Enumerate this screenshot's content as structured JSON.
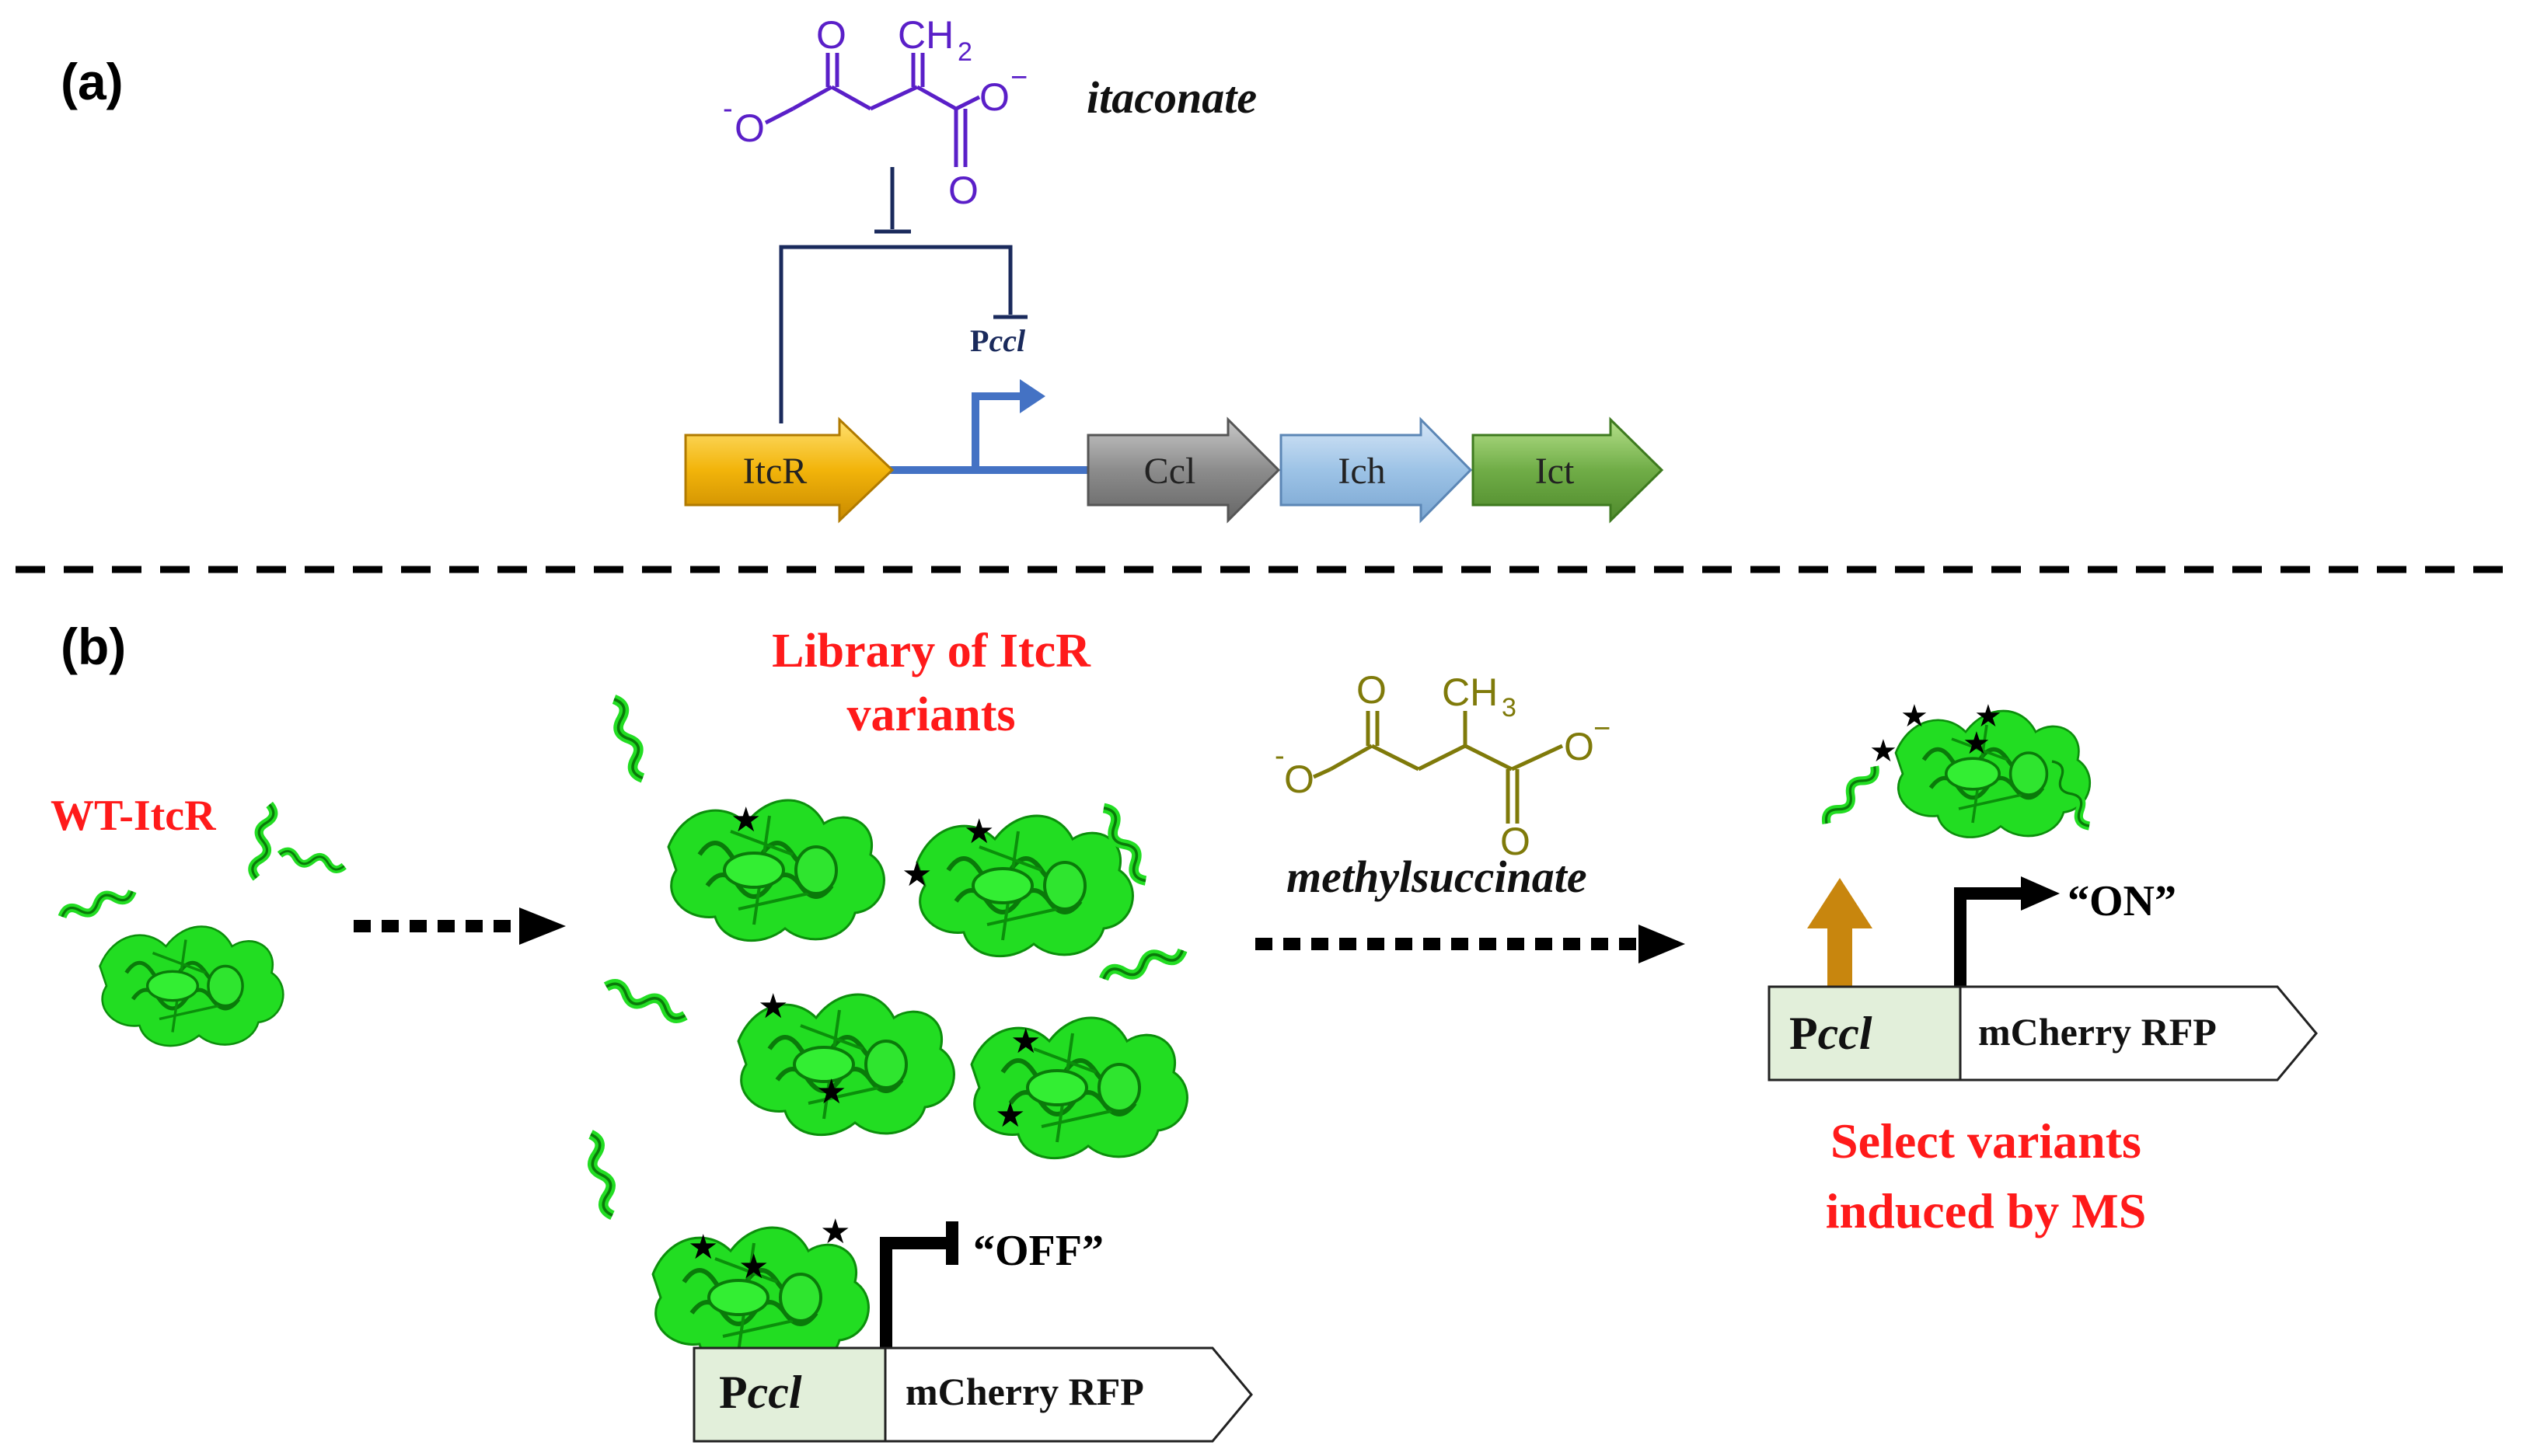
{
  "panel_a": {
    "label": "(a)",
    "molecule_name": "itaconate",
    "molecule_atoms": {
      "o1": "O",
      "o2": "O",
      "o3": "O",
      "o4": "O",
      "ch2": "CH",
      "ch2_sub": "2",
      "minus": "−",
      "minus_left": "-"
    },
    "promoter_label_prefix": "P",
    "promoter_label_italic": "ccl",
    "genes": [
      "ItcR",
      "Ccl",
      "Ich",
      "Ict"
    ]
  },
  "panel_b": {
    "label": "(b)",
    "wt_label": "WT-ItcR",
    "library_title_line1": "Library of ItcR",
    "library_title_line2": "variants",
    "molecule_name": "methylsuccinate",
    "molecule_atoms": {
      "o1": "O",
      "o2": "O",
      "o3": "O",
      "o4": "O",
      "ch3": "CH",
      "ch3_sub": "3",
      "minus": "−",
      "minus_left": "-"
    },
    "off_label": "“OFF”",
    "on_label": "“ON”",
    "promoter_prefix": "P",
    "promoter_italic": "ccl",
    "reporter_label": "mCherry RFP",
    "select_line1": "Select variants",
    "select_line2": "induced by MS"
  },
  "colors": {
    "itaconate": "#5a1fc8",
    "methylsuccinate": "#7f7a0a",
    "repression_line": "#1a2a5c",
    "promoter_arrow": "#4472c4",
    "itcr_gene": "#f2b40a",
    "ccl_gene": "#8c8c8c",
    "ich_gene": "#9dc3e6",
    "ict_gene": "#70ad47",
    "protein": "#22dd22",
    "red_text": "#ff1a1a",
    "promoter_box": "#e2efda",
    "induction_arrow": "#c8860e"
  }
}
